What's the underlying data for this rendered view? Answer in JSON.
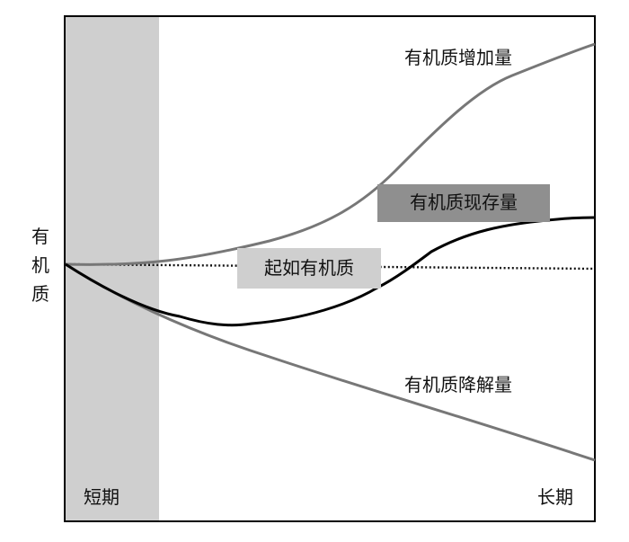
{
  "y_axis_label": [
    "有",
    "机",
    "质"
  ],
  "labels": {
    "increase": "有机质增加量",
    "stock": "有机质现存量",
    "initial": "起如有机质",
    "decrease": "有机质降解量",
    "short_term": "短期",
    "long_term": "长期"
  },
  "colors": {
    "short_term_band": "#cfcfcf",
    "gray_curve": "#777777",
    "stock_curve": "#000000",
    "stock_label_box": "#8f8f8f",
    "initial_label_box": "#cfcfcf"
  }
}
